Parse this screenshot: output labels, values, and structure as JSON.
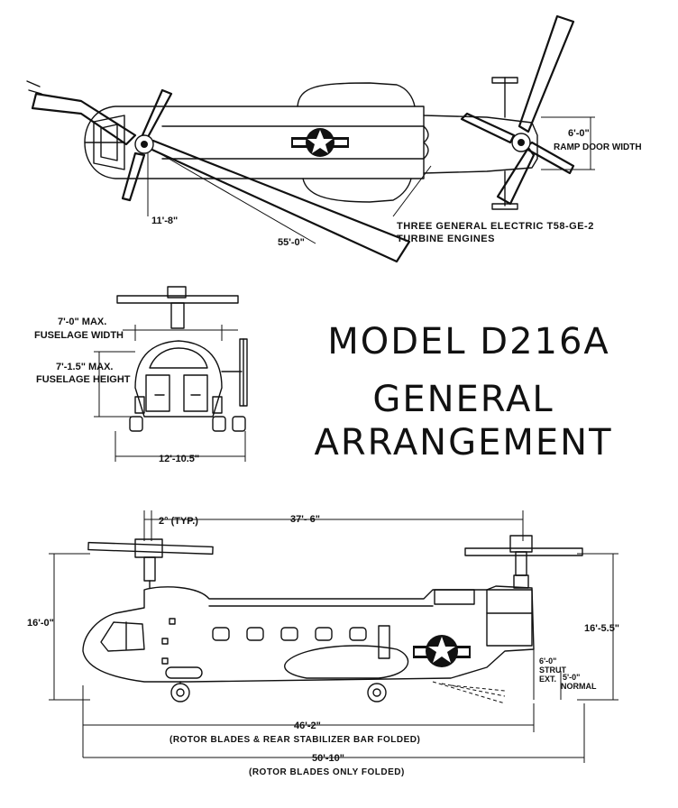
{
  "title": {
    "line1": "MODEL D216A",
    "line2": "GENERAL",
    "line3": "ARRANGEMENT"
  },
  "top_view": {
    "ramp_door_dim": "6'-0\"",
    "ramp_door_label": "RAMP DOOR WIDTH",
    "hub_offset_dim": "11'-8\"",
    "rotor_dim": "55'-0\"",
    "engines_line1": "THREE GENERAL ELECTRIC  T58-GE-2",
    "engines_line2": "TURBINE ENGINES"
  },
  "front_view": {
    "width_dim": "7'-0\" MAX.",
    "width_label": "FUSELAGE WIDTH",
    "height_dim": "7'-1.5\" MAX.",
    "height_label": "FUSELAGE HEIGHT",
    "track_dim": "12'-10.5\""
  },
  "side_view": {
    "angle_label": "2° (TYP.)",
    "rotor_spacing": "37'- 6\"",
    "height_front": "16'-0\"",
    "height_rear": "16'-5.5\"",
    "strut_line1": "6'-0\"",
    "strut_line2": "STRUT",
    "strut_line3": "EXT.",
    "normal_line1": "5'-0\"",
    "normal_line2": "NORMAL",
    "length_folded": "46'-2\"",
    "length_folded_note": "(ROTOR BLADES & REAR STABILIZER BAR FOLDED)",
    "length_rotor_folded": "50'-10\"",
    "length_rotor_folded_note": "(ROTOR BLADES ONLY FOLDED)"
  },
  "colors": {
    "ink": "#111111",
    "paper": "#ffffff"
  }
}
